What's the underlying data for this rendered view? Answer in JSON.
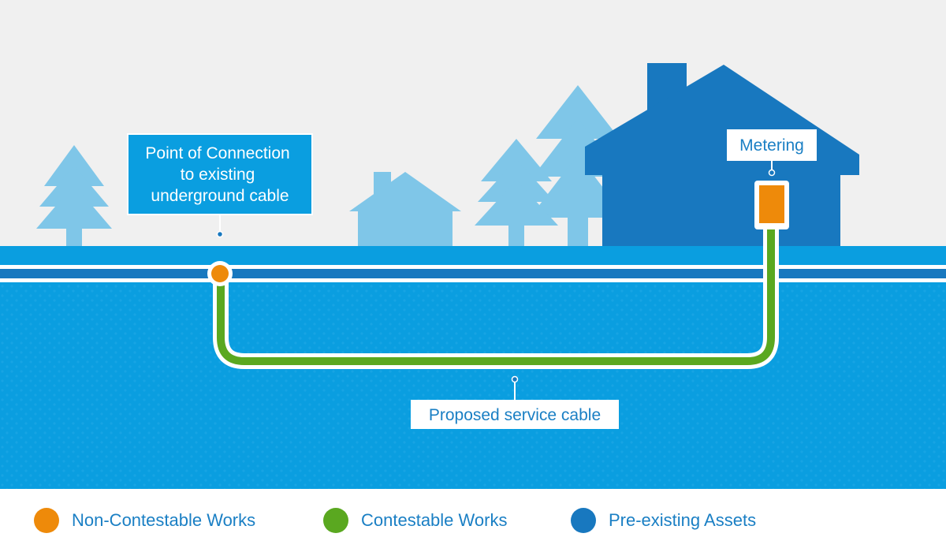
{
  "labels": {
    "point_of_connection": [
      "Point of Connection",
      "to existing",
      "underground cable"
    ],
    "metering": "Metering",
    "proposed_service_cable": "Proposed service cable"
  },
  "legend": [
    {
      "label": "Non-Contestable Works",
      "color": "#ee8a0a",
      "icon": "orange-dot-icon"
    },
    {
      "label": "Contestable Works",
      "color": "#5aa820",
      "icon": "green-dot-icon"
    },
    {
      "label": "Pre-existing Assets",
      "color": "#1878bf",
      "icon": "blue-dot-icon"
    }
  ],
  "colors": {
    "sky": "#f0f0f0",
    "ground": "#0a9ee0",
    "tree": "#7fc6e8",
    "house_small": "#7fc6e8",
    "house_large": "#1878bf",
    "label_box": "#0a9ee0",
    "non_contestable": "#ee8a0a",
    "contestable": "#5aa820"
  }
}
